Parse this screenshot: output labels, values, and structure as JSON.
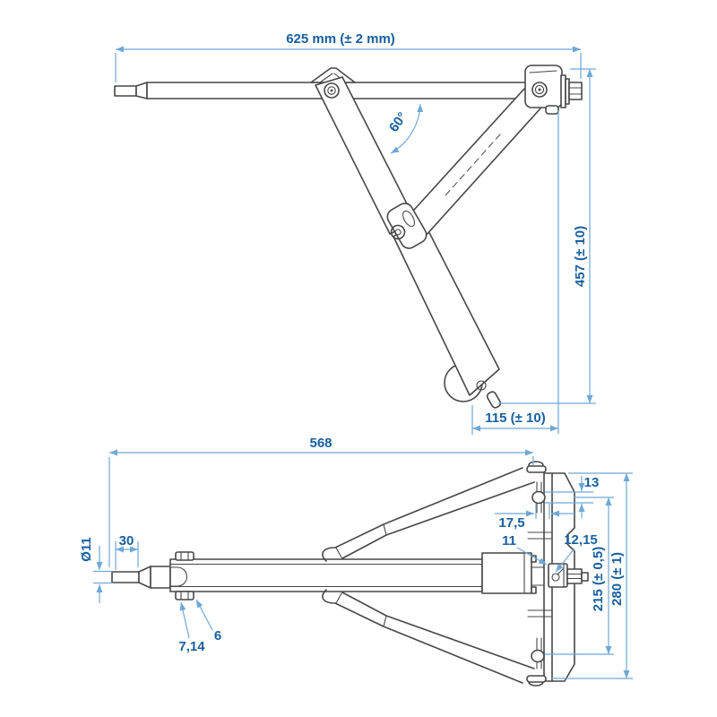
{
  "drawing": {
    "title": "corner steady jack technical drawing",
    "colors": {
      "part_line": "#474747",
      "dimension_line": "#6fa8d6",
      "dimension_text": "#185f9e",
      "background": "#ffffff"
    },
    "side_view": {
      "width_dim": "625 mm (± 2 mm)",
      "height_dim": "457 (± 10)",
      "foot_dim": "115 (± 10)",
      "angle_dim": "60°"
    },
    "plan_view": {
      "length_dim": "568",
      "slot_height_dim": "13",
      "slot_inset_dim": "17,5",
      "pin_hole_dim": "11",
      "nut_dim": "12,15",
      "hole_spacing_dim": "215 (± 0,5)",
      "plate_width_dim": "280 (± 1)",
      "rod_diameter_dim": "Ø11",
      "rod_length_dim": "30",
      "washer_dim": "7,14",
      "tube_dim": "6"
    }
  }
}
